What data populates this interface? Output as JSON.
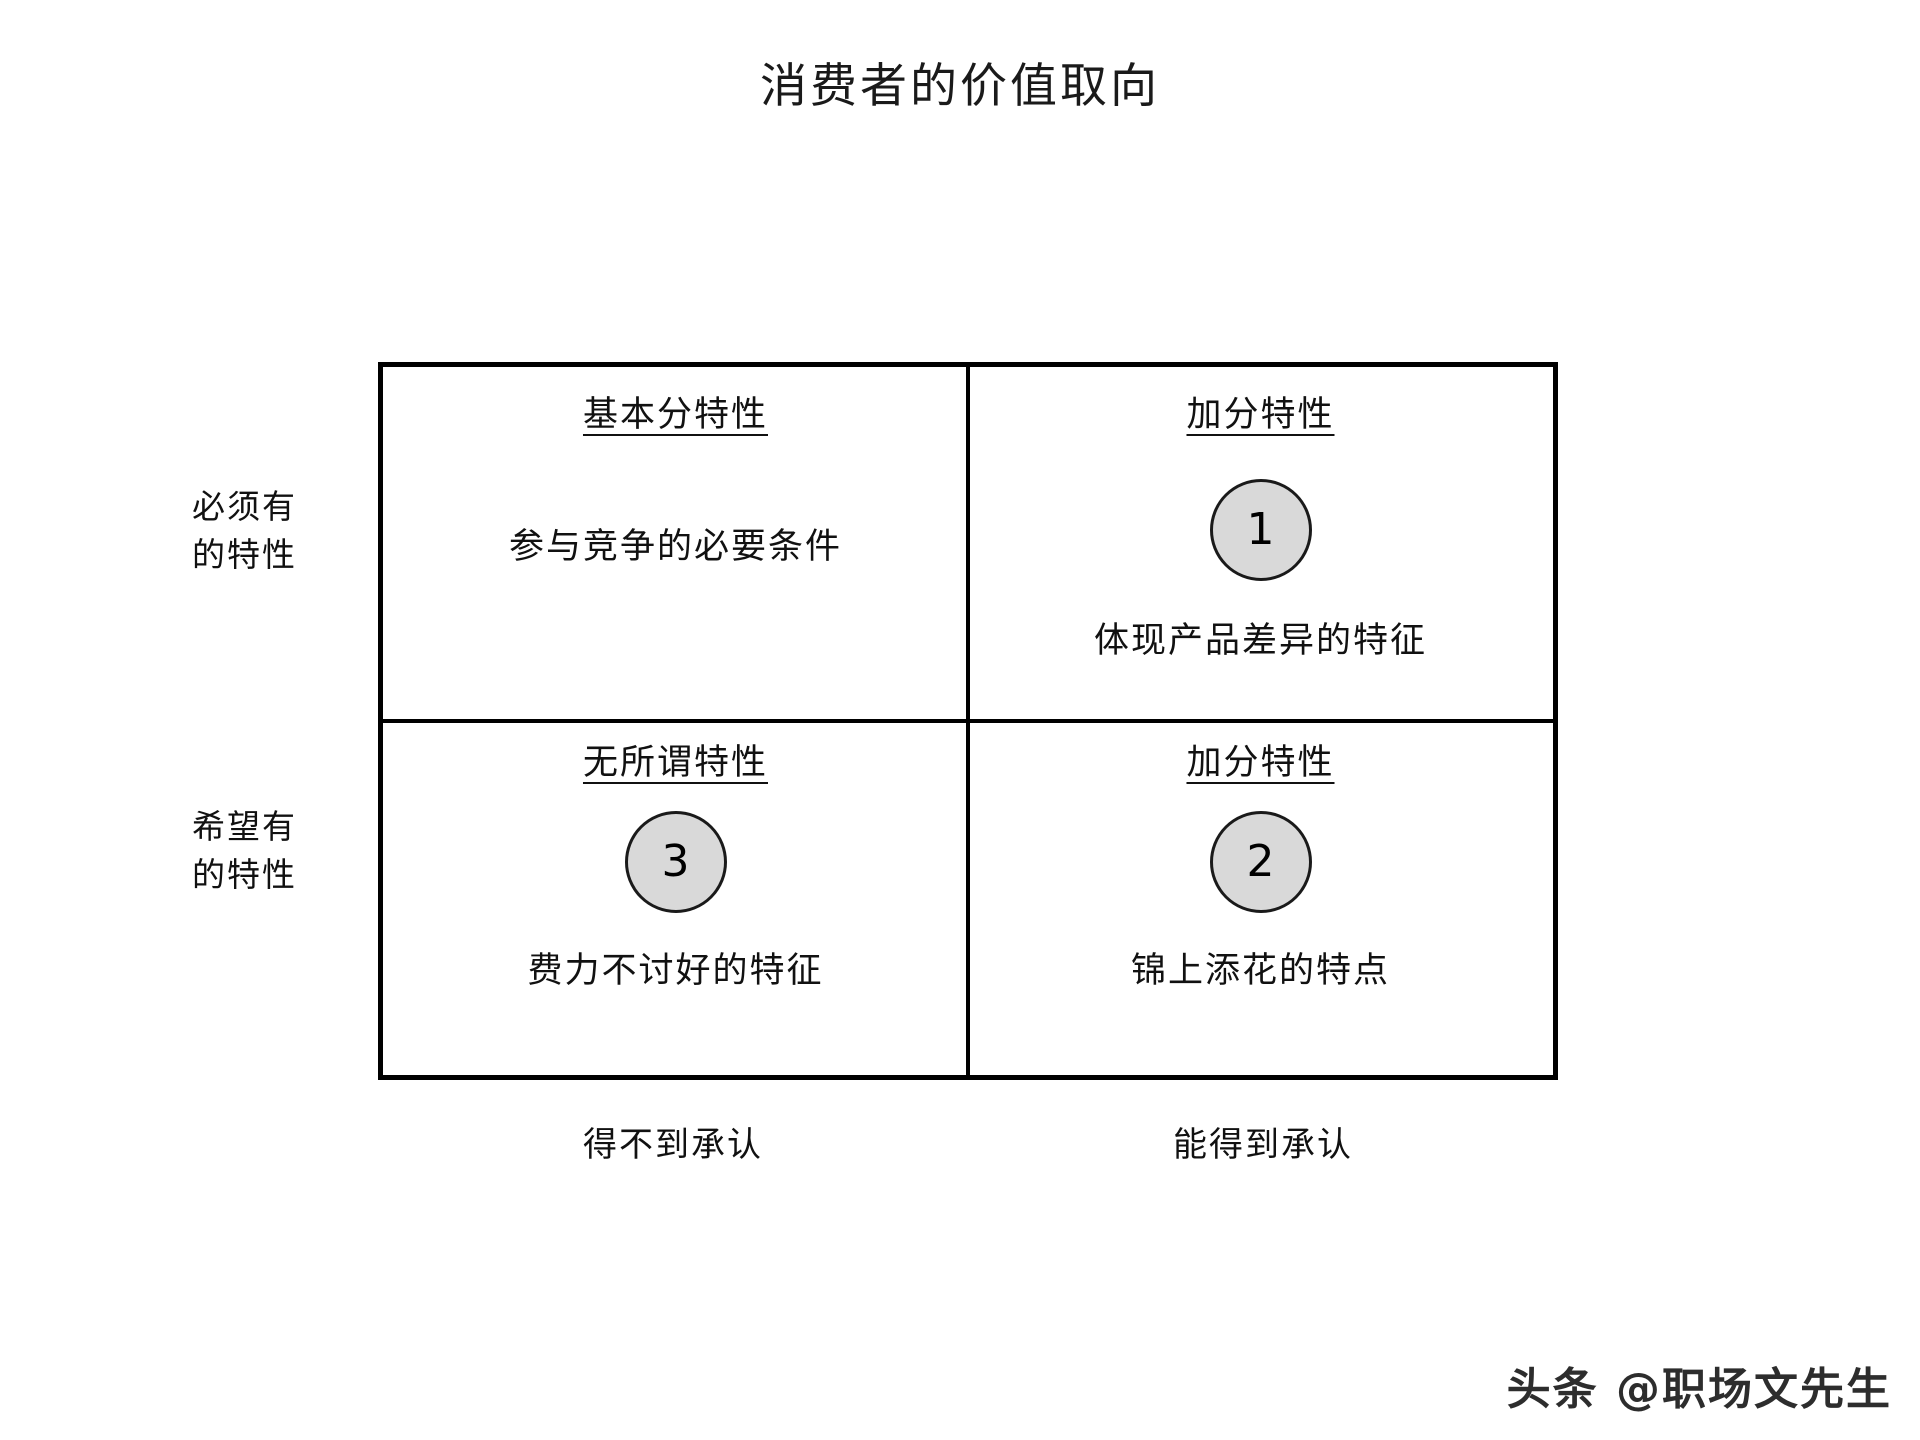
{
  "title": "消费者的价值取向",
  "matrix": {
    "quadrants": [
      {
        "position": "top-left",
        "heading": "基本分特性",
        "body": "参与竞争的必要条件",
        "badge": null
      },
      {
        "position": "top-right",
        "heading": "加分特性",
        "body": "体现产品差异的特征",
        "badge": "1"
      },
      {
        "position": "bottom-left",
        "heading": "无所谓特性",
        "body": "费力不讨好的特征",
        "badge": "3"
      },
      {
        "position": "bottom-right",
        "heading": "加分特性",
        "body": "锦上添花的特点",
        "badge": "2"
      }
    ]
  },
  "y_axis": {
    "top": {
      "line1": "必须有",
      "line2": "的特性"
    },
    "bottom": {
      "line1": "希望有",
      "line2": "的特性"
    }
  },
  "x_axis": {
    "left": "得不到承认",
    "right": "能得到承认"
  },
  "watermark": "头条 @职场文先生",
  "colors": {
    "background": "#ffffff",
    "border": "#000000",
    "text": "#111111",
    "badge_fill": "#d9d9d9",
    "badge_border": "#1a1a1a"
  }
}
